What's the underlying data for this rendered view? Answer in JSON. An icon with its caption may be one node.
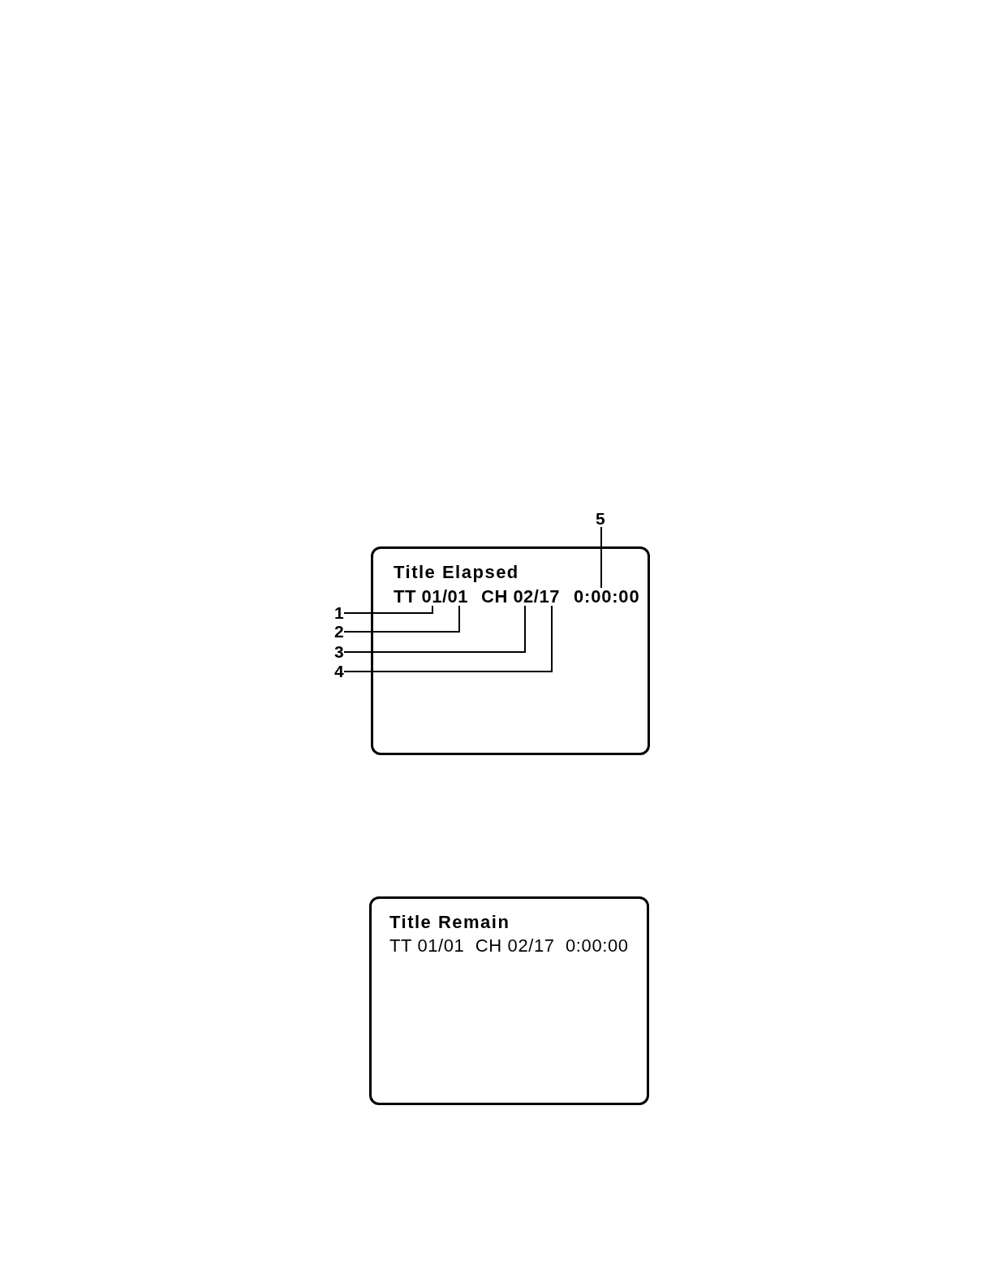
{
  "diagram": {
    "nodes": [
      {
        "text": [
          "5"
        ]
      },
      {
        "text": [
          "Title Elapsed"
        ]
      },
      {
        "text": [
          "TT 01/01"
        ],
        "in": 1
      },
      {
        "text": [
          "CH 02/17"
        ],
        "in": 1
      },
      {
        "text": [
          "0:00:00"
        ],
        "in": 1
      },
      {
        "text": [
          "1"
        ]
      },
      {
        "text": [
          "2"
        ]
      },
      {
        "text": [
          "3"
        ]
      },
      {
        "text": [
          "4"
        ]
      },
      {
        "text": [
          "Title Remain",
          "TT 01/01  CH 02/17  0:00:00"
        ]
      }
    ],
    "edges": [
      {
        "from": 5,
        "to": 2,
        "arrow": "none"
      },
      {
        "from": 6,
        "to": 2,
        "arrow": "none"
      },
      {
        "from": 7,
        "to": 3,
        "arrow": "none"
      },
      {
        "from": 8,
        "to": 3,
        "arrow": "none"
      },
      {
        "from": 0,
        "to": 4,
        "arrow": "none"
      }
    ]
  }
}
